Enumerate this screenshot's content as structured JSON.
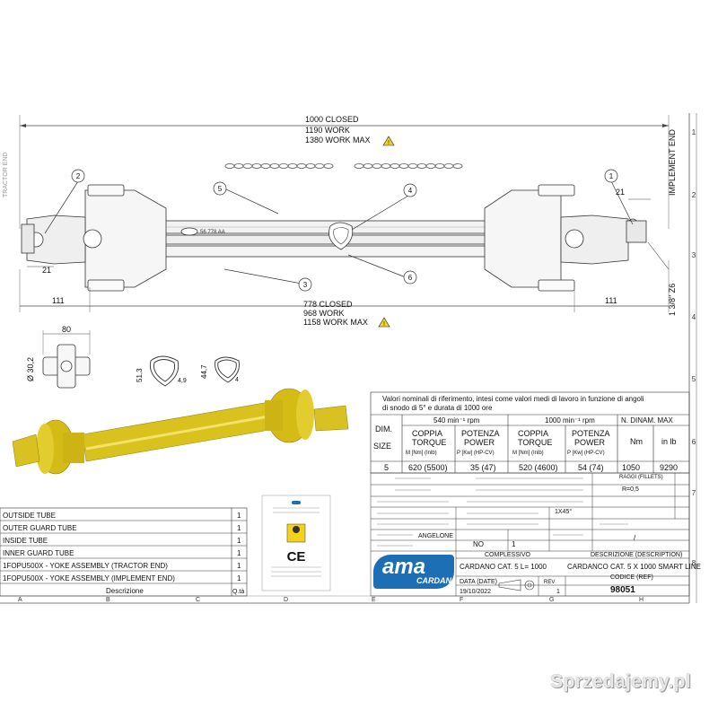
{
  "dimensions": {
    "top": [
      "1000  CLOSED",
      "1190    WORK",
      "1380  WORK MAX"
    ],
    "bottom": [
      "778  CLOSED",
      "968    WORK",
      "1158  WORK MAX"
    ],
    "offset_left": "111",
    "offset_right": "111",
    "yoke_21_left": "21",
    "yoke_21_right": "21",
    "spline": "1 3/8\" Z6",
    "implement_end": "IMPLEMENT END",
    "tractor_end": "TRACTOR END",
    "callouts": [
      "1",
      "2",
      "3",
      "4",
      "5",
      "6"
    ],
    "cross_width": "80",
    "cross_dia": "Ø 30,2",
    "tube_outer": "51,3",
    "tube_outer_r": "4,9",
    "tube_inner": "44,7",
    "tube_inner_r": "4",
    "tube_print": "56   778  AA"
  },
  "ratings": {
    "intro_line1": "Valori nominali di riferimento, intesi come valori medi di lavoro in funzione di angoli",
    "intro_line2": "di snodo di 5° e durata  di 1000 ore",
    "rpm540": "540 min⁻¹ rpm",
    "rpm1000": "1000 min⁻¹ rpm",
    "ndinam": "N. DINAM. MAX",
    "dim": "DIM.",
    "size": "SIZE",
    "coppia": "COPPIA",
    "torque": "TORQUE",
    "torque_units": "M [Nm] (Inlb)",
    "potenza": "POTENZA",
    "power": "POWER",
    "power_units": "P [Kw] (HP-CV)",
    "nm": "Nm",
    "inlb": "in lb",
    "values": [
      "5",
      "620  (5500)",
      "35  (47)",
      "520 (4600)",
      "54  (74)",
      "1050",
      "9290"
    ]
  },
  "title_block": {
    "raggi": "RAGGI (FILLETS)",
    "raggi_val": "R=0,5",
    "smussi_val": "1X45°",
    "designer": "ANGELONE",
    "complessivo": "COMPLESSIVO",
    "no": "NO",
    "one": "1",
    "slash": "/",
    "descrizione_label": "DESCRIZIONE (DESCRIPTION)",
    "description_left": "CARDANO CAT. 5 L= 1000",
    "description_right": "CARDANCO CAT. 5 X 1000 SMART LINE",
    "codice_label": "CODICE (REF)",
    "data_label": "DATA (DATE)",
    "date": "19/10/2022",
    "rev_label": "REV",
    "rev": "1",
    "code": "98051",
    "logo_main": "ama",
    "logo_sub": "CARDAN",
    "side_numbers": [
      "1",
      "2",
      "3",
      "4",
      "5",
      "6",
      "7",
      "8"
    ],
    "bottom_letters": [
      "A",
      "B",
      "C",
      "D",
      "E",
      "F",
      "G",
      "H"
    ]
  },
  "parts_list": {
    "rows": [
      {
        "desc": "OUTSIDE TUBE",
        "qty": "1"
      },
      {
        "desc": "OUTER GUARD TUBE",
        "qty": "1"
      },
      {
        "desc": "INSIDE TUBE",
        "qty": "1"
      },
      {
        "desc": "INNER GUARD TUBE",
        "qty": "1"
      },
      {
        "desc": "1FOPU500X  - YOKE ASSEMBLY (TRACTOR END)",
        "qty": "1"
      },
      {
        "desc": "1FOPU500X  - YOKE ASSEMBLY (IMPLEMENT END)",
        "qty": "1"
      }
    ],
    "header_desc": "Descrizione",
    "header_qty": "Q.tà"
  },
  "ce_card": {
    "ce": "CE"
  },
  "watermark": "Sprzedajemy.pl",
  "colors": {
    "shaft_yellow": "#d9c21e",
    "logo_blue": "#1c6fb5",
    "warning_yellow": "#f2d21b"
  }
}
